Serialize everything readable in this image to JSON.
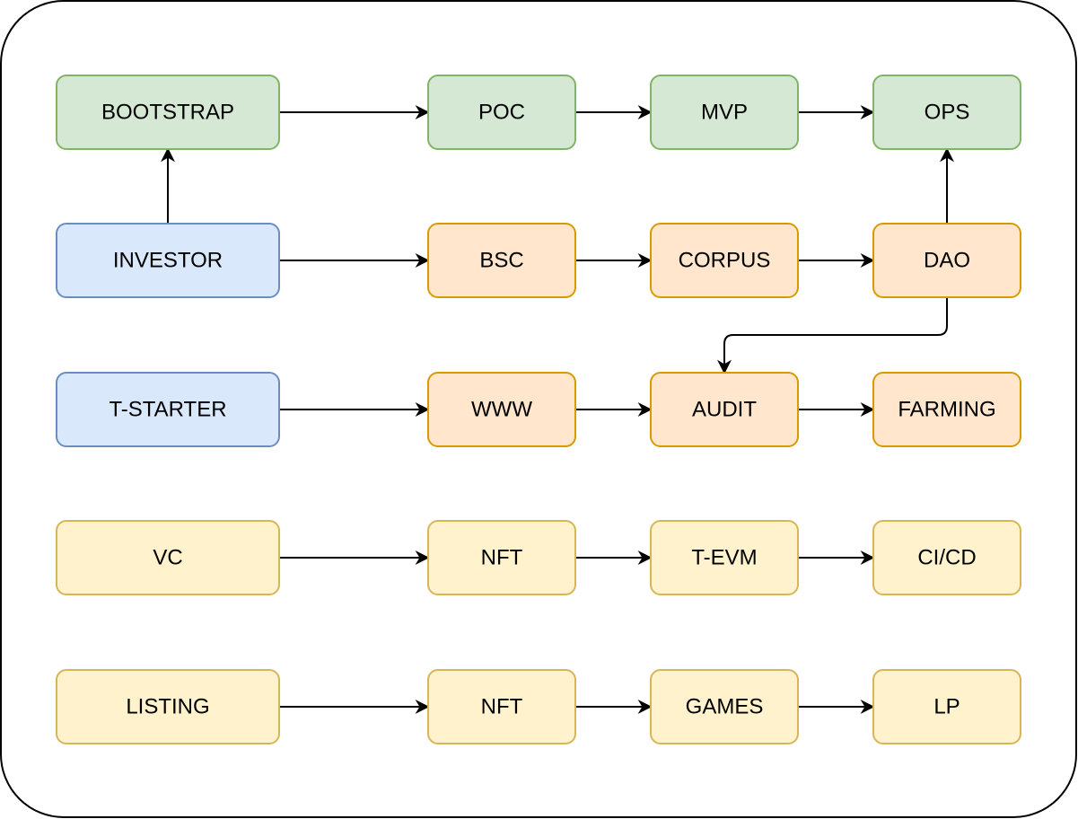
{
  "diagram": {
    "palette": {
      "green": {
        "fill": "#d5e8d4",
        "stroke": "#82b366"
      },
      "blue": {
        "fill": "#dae8fc",
        "stroke": "#6c8ebf"
      },
      "orange": {
        "fill": "#ffe6cc",
        "stroke": "#d79b00"
      },
      "yellow": {
        "fill": "#fff2cc",
        "stroke": "#d6b656"
      },
      "frame": {
        "fill": "#ffffff",
        "stroke": "#000000"
      },
      "edge": "#000000"
    },
    "nodes": [
      {
        "id": "bootstrap",
        "label": "BOOTSTRAP",
        "color": "green"
      },
      {
        "id": "poc",
        "label": "POC",
        "color": "green"
      },
      {
        "id": "mvp",
        "label": "MVP",
        "color": "green"
      },
      {
        "id": "ops",
        "label": "OPS",
        "color": "green"
      },
      {
        "id": "investor",
        "label": "INVESTOR",
        "color": "blue"
      },
      {
        "id": "bsc",
        "label": "BSC",
        "color": "orange"
      },
      {
        "id": "corpus",
        "label": "CORPUS",
        "color": "orange"
      },
      {
        "id": "dao",
        "label": "DAO",
        "color": "orange"
      },
      {
        "id": "t-starter",
        "label": "T-STARTER",
        "color": "blue"
      },
      {
        "id": "www",
        "label": "WWW",
        "color": "orange"
      },
      {
        "id": "audit",
        "label": "AUDIT",
        "color": "orange"
      },
      {
        "id": "farming",
        "label": "FARMING",
        "color": "orange"
      },
      {
        "id": "vc",
        "label": "VC",
        "color": "yellow"
      },
      {
        "id": "nft-1",
        "label": "NFT",
        "color": "yellow"
      },
      {
        "id": "t-evm",
        "label": "T-EVM",
        "color": "yellow"
      },
      {
        "id": "ci-cd",
        "label": "CI/CD",
        "color": "yellow"
      },
      {
        "id": "listing",
        "label": "LISTING",
        "color": "yellow"
      },
      {
        "id": "nft-2",
        "label": "NFT",
        "color": "yellow"
      },
      {
        "id": "games",
        "label": "GAMES",
        "color": "yellow"
      },
      {
        "id": "lp",
        "label": "LP",
        "color": "yellow"
      }
    ],
    "edges": [
      {
        "from": "bootstrap",
        "to": "poc"
      },
      {
        "from": "poc",
        "to": "mvp"
      },
      {
        "from": "mvp",
        "to": "ops"
      },
      {
        "from": "investor",
        "to": "bootstrap"
      },
      {
        "from": "investor",
        "to": "bsc"
      },
      {
        "from": "bsc",
        "to": "corpus"
      },
      {
        "from": "corpus",
        "to": "dao"
      },
      {
        "from": "dao",
        "to": "ops"
      },
      {
        "from": "dao",
        "to": "audit"
      },
      {
        "from": "t-starter",
        "to": "www"
      },
      {
        "from": "www",
        "to": "audit"
      },
      {
        "from": "audit",
        "to": "farming"
      },
      {
        "from": "vc",
        "to": "nft-1"
      },
      {
        "from": "nft-1",
        "to": "t-evm"
      },
      {
        "from": "t-evm",
        "to": "ci-cd"
      },
      {
        "from": "listing",
        "to": "nft-2"
      },
      {
        "from": "nft-2",
        "to": "games"
      },
      {
        "from": "games",
        "to": "lp"
      }
    ]
  }
}
